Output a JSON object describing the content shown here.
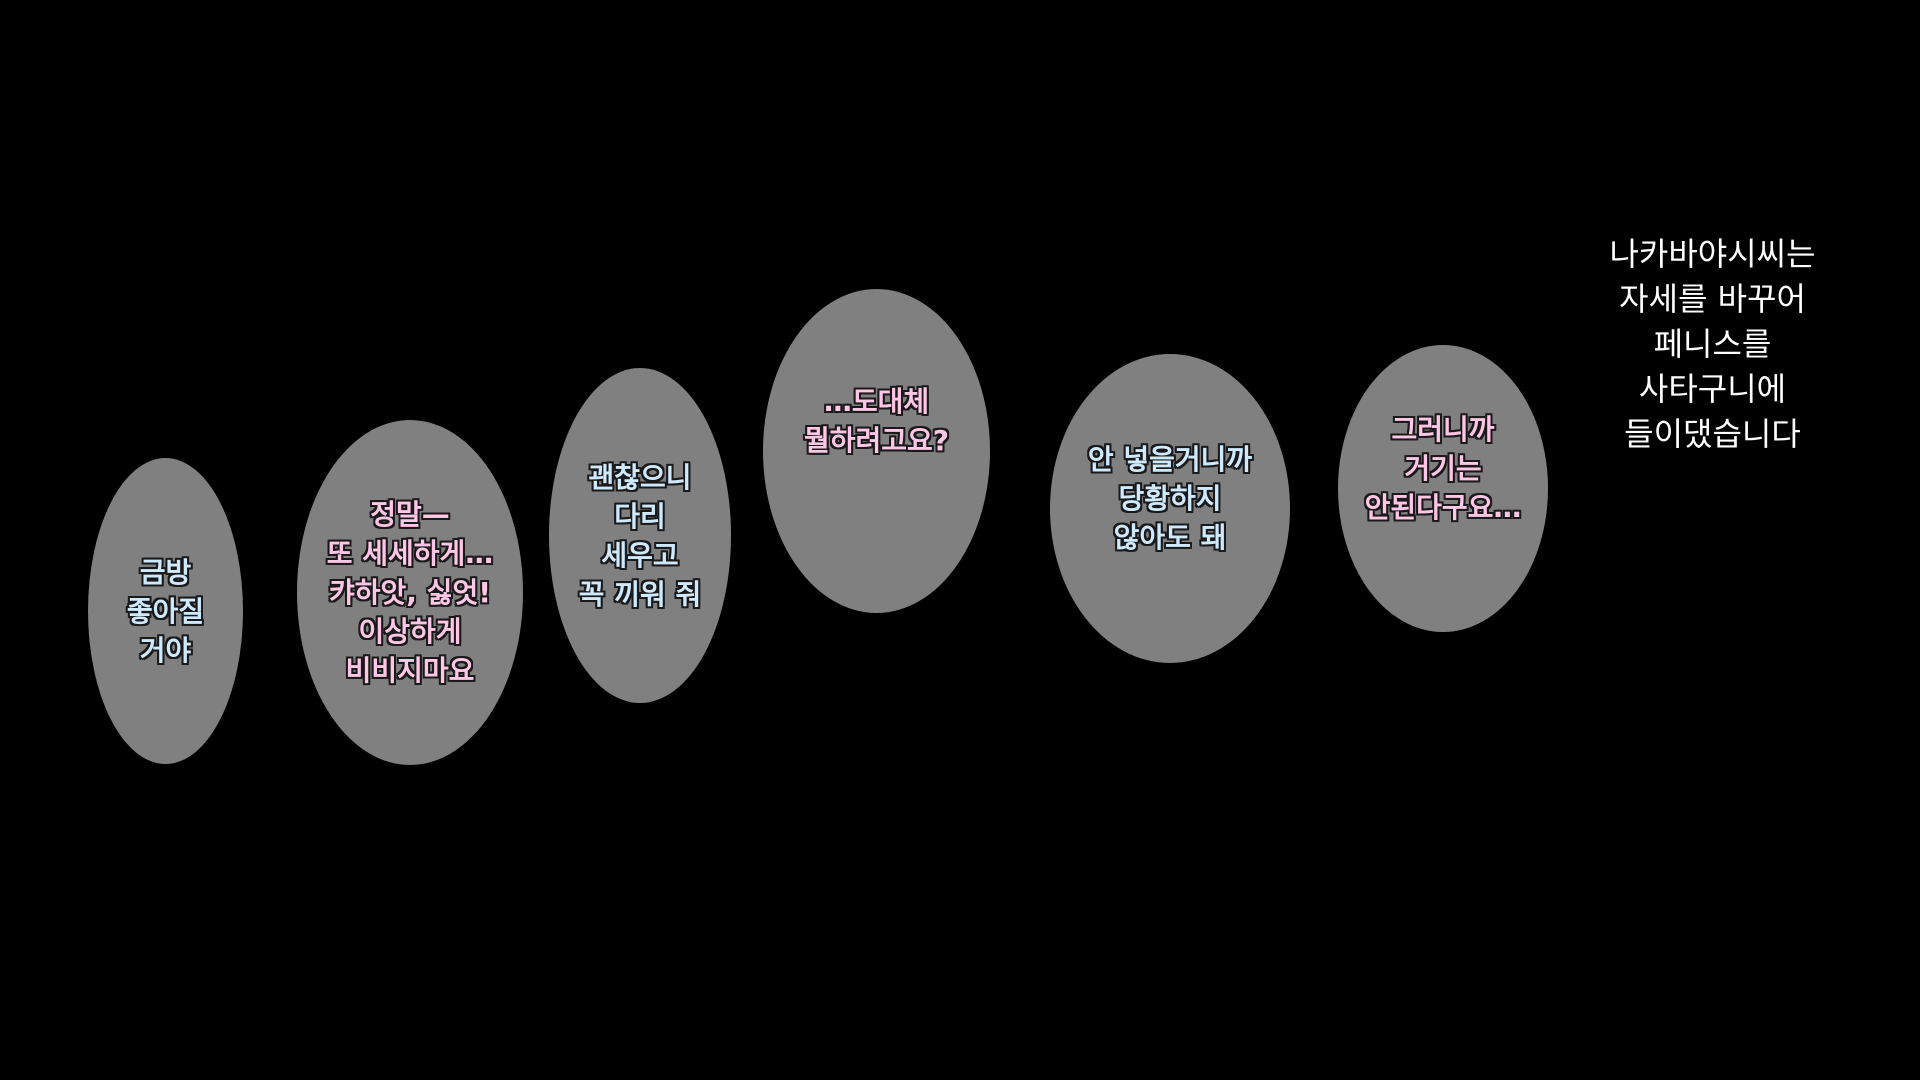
{
  "colors": {
    "background": "#000000",
    "bubble_fill": "#808080",
    "blue_text": "#cfe9ff",
    "pink_text": "#ffc6e6",
    "narration_text": "#ffffff"
  },
  "bubbles": [
    {
      "text": "금방\n좋아질\n거야",
      "color": "blue"
    },
    {
      "text": "정말—\n또 세세하게…\n캬하앗, 싫엇!\n이상하게\n비비지마요",
      "color": "pink"
    },
    {
      "text": "괜찮으니\n다리\n세우고\n꼭 끼워 줘",
      "color": "blue"
    },
    {
      "text": "…도대체\n뭘하려고요?",
      "color": "pink"
    },
    {
      "text": "안 넣을거니까\n당황하지\n않아도 돼",
      "color": "blue"
    },
    {
      "text": "그러니까\n거기는\n안된다구요…",
      "color": "pink"
    }
  ],
  "narration": "나카바야시씨는\n자세를 바꾸어\n페니스를\n사타구니에\n들이댔습니다"
}
